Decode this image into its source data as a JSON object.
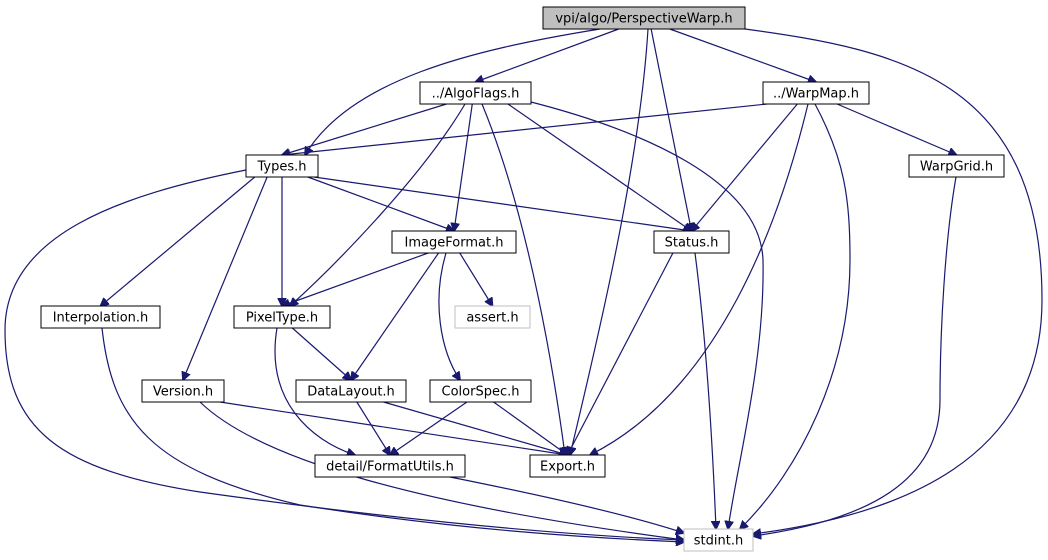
{
  "colors": {
    "edge": "#191970",
    "root_fill": "#bfbfbf",
    "missing_border": "#bfbfbf"
  },
  "nodes": [
    {
      "id": "perspective",
      "label": "vpi/algo/PerspectiveWarp.h",
      "kind": "root"
    },
    {
      "id": "algoflags",
      "label": "../AlgoFlags.h",
      "kind": "file"
    },
    {
      "id": "warpmap",
      "label": "../WarpMap.h",
      "kind": "file"
    },
    {
      "id": "types",
      "label": "Types.h",
      "kind": "file"
    },
    {
      "id": "warpgrid",
      "label": "WarpGrid.h",
      "kind": "file"
    },
    {
      "id": "imageformat",
      "label": "ImageFormat.h",
      "kind": "file"
    },
    {
      "id": "status",
      "label": "Status.h",
      "kind": "file"
    },
    {
      "id": "interpolation",
      "label": "Interpolation.h",
      "kind": "file"
    },
    {
      "id": "pixeltype",
      "label": "PixelType.h",
      "kind": "file"
    },
    {
      "id": "assert",
      "label": "assert.h",
      "kind": "missing"
    },
    {
      "id": "version",
      "label": "Version.h",
      "kind": "file"
    },
    {
      "id": "datalayout",
      "label": "DataLayout.h",
      "kind": "file"
    },
    {
      "id": "colorspec",
      "label": "ColorSpec.h",
      "kind": "file"
    },
    {
      "id": "formatutils",
      "label": "detail/FormatUtils.h",
      "kind": "file"
    },
    {
      "id": "export",
      "label": "Export.h",
      "kind": "file"
    },
    {
      "id": "stdint",
      "label": "stdint.h",
      "kind": "missing"
    }
  ],
  "edges": [
    [
      "perspective",
      "algoflags"
    ],
    [
      "perspective",
      "warpmap"
    ],
    [
      "perspective",
      "types"
    ],
    [
      "perspective",
      "status"
    ],
    [
      "perspective",
      "export"
    ],
    [
      "perspective",
      "stdint"
    ],
    [
      "algoflags",
      "types"
    ],
    [
      "algoflags",
      "imageformat"
    ],
    [
      "algoflags",
      "pixeltype"
    ],
    [
      "algoflags",
      "status"
    ],
    [
      "algoflags",
      "export"
    ],
    [
      "algoflags",
      "stdint"
    ],
    [
      "warpmap",
      "types"
    ],
    [
      "warpmap",
      "warpgrid"
    ],
    [
      "warpmap",
      "status"
    ],
    [
      "warpmap",
      "export"
    ],
    [
      "warpmap",
      "stdint"
    ],
    [
      "types",
      "imageformat"
    ],
    [
      "types",
      "status"
    ],
    [
      "types",
      "interpolation"
    ],
    [
      "types",
      "pixeltype"
    ],
    [
      "types",
      "version"
    ],
    [
      "types",
      "stdint"
    ],
    [
      "warpgrid",
      "stdint"
    ],
    [
      "imageformat",
      "pixeltype"
    ],
    [
      "imageformat",
      "assert"
    ],
    [
      "imageformat",
      "datalayout"
    ],
    [
      "imageformat",
      "colorspec"
    ],
    [
      "status",
      "export"
    ],
    [
      "status",
      "stdint"
    ],
    [
      "interpolation",
      "stdint"
    ],
    [
      "pixeltype",
      "datalayout"
    ],
    [
      "pixeltype",
      "formatutils"
    ],
    [
      "version",
      "export"
    ],
    [
      "version",
      "stdint"
    ],
    [
      "datalayout",
      "formatutils"
    ],
    [
      "datalayout",
      "export"
    ],
    [
      "colorspec",
      "formatutils"
    ],
    [
      "colorspec",
      "export"
    ],
    [
      "formatutils",
      "stdint"
    ]
  ]
}
